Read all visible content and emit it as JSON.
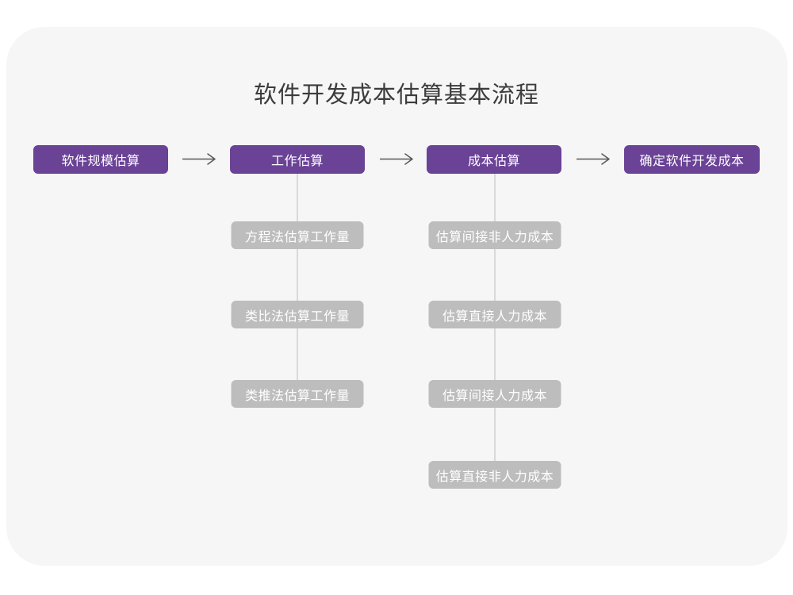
{
  "page": {
    "title": "软件开发成本估算基本流程"
  },
  "colors": {
    "card_background": "#f6f6f7",
    "primary_purple": "#6a4296",
    "sub_gray": "#bdbdbd",
    "connector_line": "#d9d9d9",
    "arrow": "#58585a",
    "title_text": "#3c3c3c",
    "node_text": "#ffffff"
  },
  "flow": {
    "type": "flowchart",
    "main": [
      {
        "label": "软件规模估算"
      },
      {
        "label": "工作估算"
      },
      {
        "label": "成本估算"
      },
      {
        "label": "确定软件开发成本"
      }
    ],
    "work_sub": [
      "方程法估算工作量",
      "类比法估算工作量",
      "类推法估算工作量"
    ],
    "cost_sub": [
      "估算间接非人力成本",
      "估算直接人力成本",
      "估算间接人力成本",
      "估算直接非人力成本"
    ],
    "arrow_glyph": "⟶"
  }
}
